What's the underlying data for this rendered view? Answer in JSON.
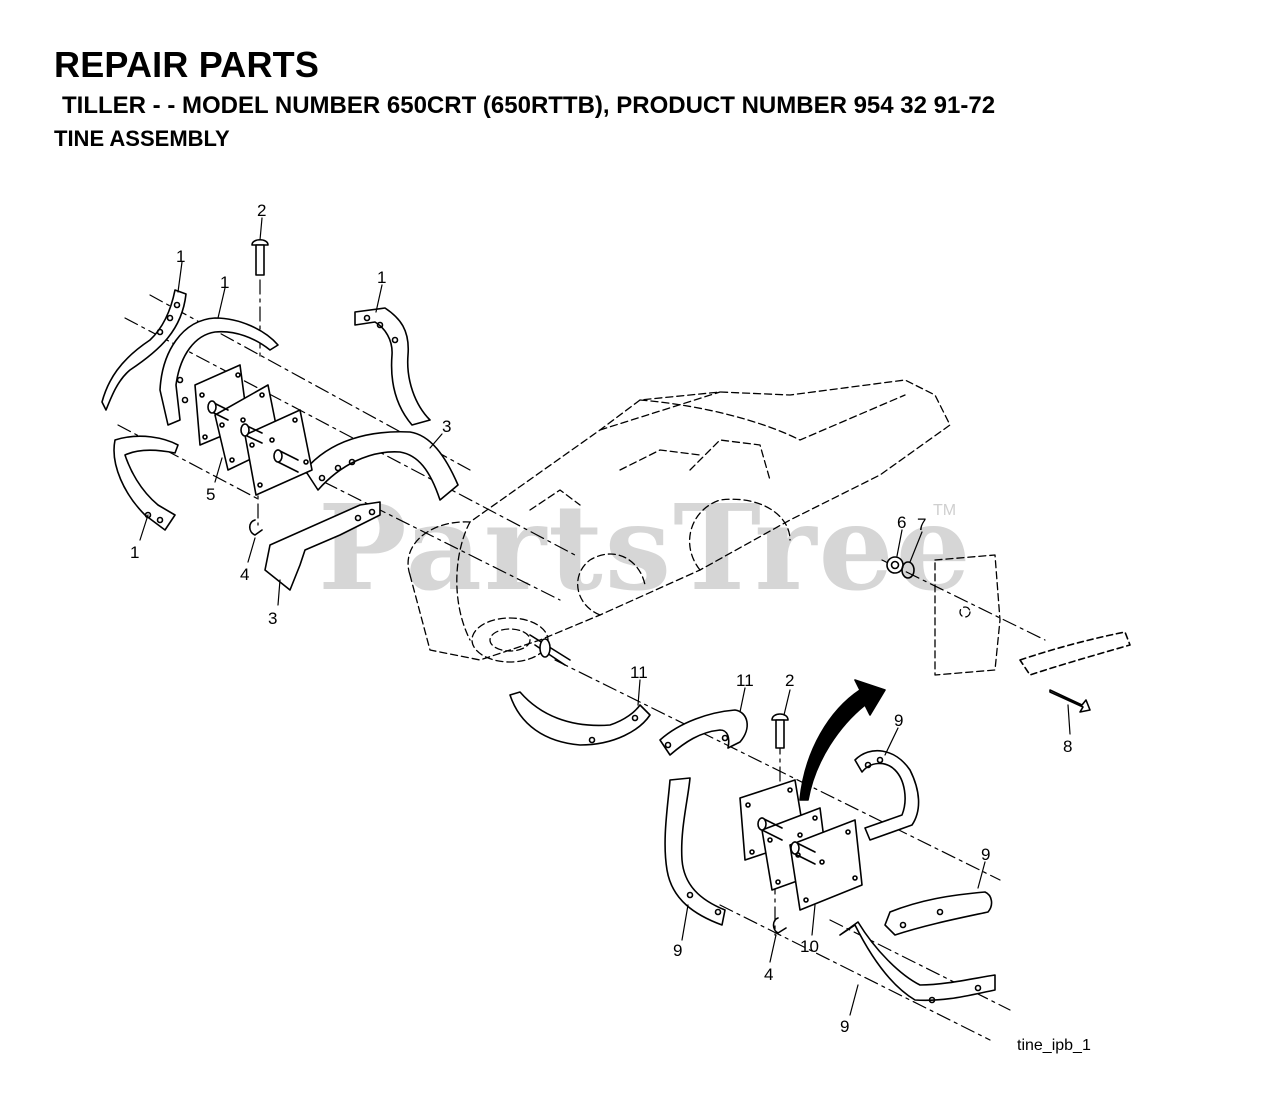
{
  "header": {
    "title": "REPAIR PARTS",
    "subtitle": "TILLER - - MODEL NUMBER 650CRT (650RTTB), PRODUCT NUMBER 954 32 91-72",
    "section": "TINE ASSEMBLY"
  },
  "watermark": {
    "text": "PartsTree",
    "tm": "TM"
  },
  "callouts": {
    "c1a": "1",
    "c1b": "1",
    "c1c": "1",
    "c1d": "1",
    "c2a": "2",
    "c2b": "2",
    "c3a": "3",
    "c3b": "3",
    "c4a": "4",
    "c4b": "4",
    "c5": "5",
    "c6": "6",
    "c7": "7",
    "c8": "8",
    "c9a": "9",
    "c9b": "9",
    "c9c": "9",
    "c9d": "9",
    "c10": "10",
    "c11a": "11",
    "c11b": "11"
  },
  "figure_id": "tine_ipb_1",
  "colors": {
    "ink": "#000000",
    "watermark": "#cfcfcf",
    "background": "#ffffff"
  }
}
